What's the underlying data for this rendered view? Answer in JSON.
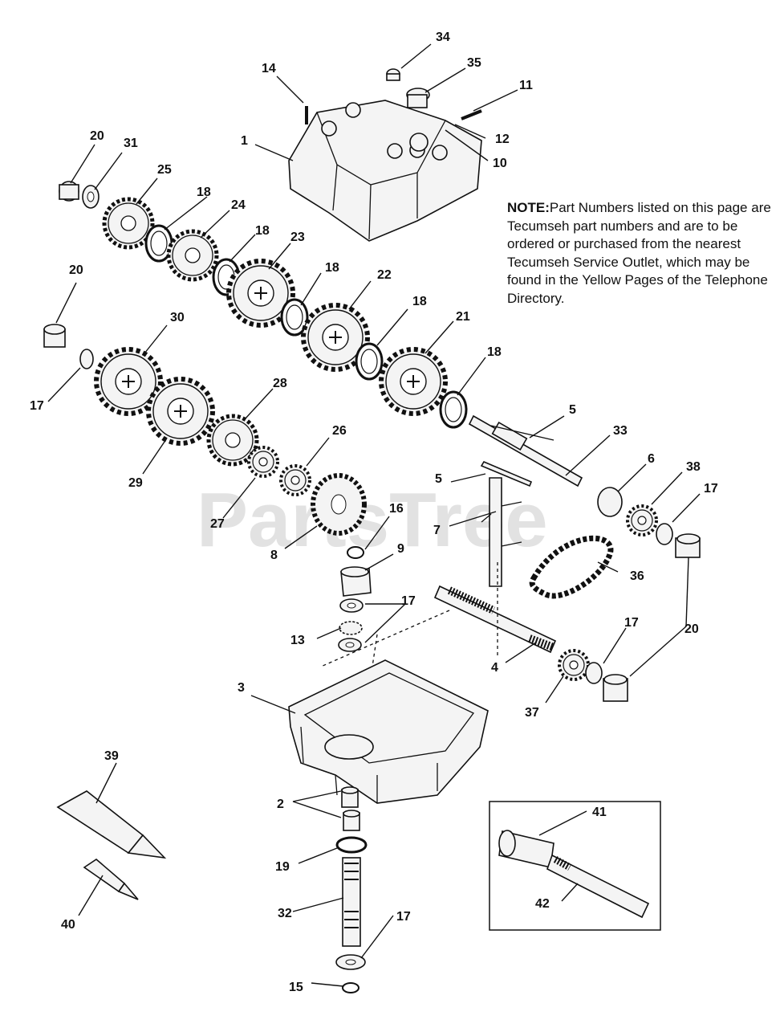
{
  "note": {
    "heading": "NOTE:",
    "body": "Part Numbers listed on this page are Tecumseh part numbers and are to be ordered or purchased from the nearest Tecumseh Service Outlet, which may be found in the Yellow Pages of the Telephone Directory."
  },
  "watermark": "PartsTree",
  "callouts": {
    "c34": "34",
    "c35": "35",
    "c14": "14",
    "c11": "11",
    "c1": "1",
    "c12": "12",
    "c10": "10",
    "c20a": "20",
    "c31": "31",
    "c25": "25",
    "c18a": "18",
    "c24": "24",
    "c18b": "18",
    "c23": "23",
    "c18c": "18",
    "c22": "22",
    "c18d": "18",
    "c21": "21",
    "c18e": "18",
    "c20b": "20",
    "c30": "30",
    "c17a": "17",
    "c28": "28",
    "c29": "29",
    "c26": "26",
    "c27": "27",
    "c5a": "5",
    "c33": "33",
    "c6": "6",
    "c38": "38",
    "c17b": "17",
    "c5b": "5",
    "c7": "7",
    "c16": "16",
    "c8": "8",
    "c9": "9",
    "c36": "36",
    "c17c": "17",
    "c13": "13",
    "c20c": "20",
    "c17d": "17",
    "c4": "4",
    "c37": "37",
    "c3": "3",
    "c39": "39",
    "c2": "2",
    "c19": "19",
    "c41": "41",
    "c42": "42",
    "c40": "40",
    "c32": "32",
    "c17e": "17",
    "c15": "15"
  }
}
